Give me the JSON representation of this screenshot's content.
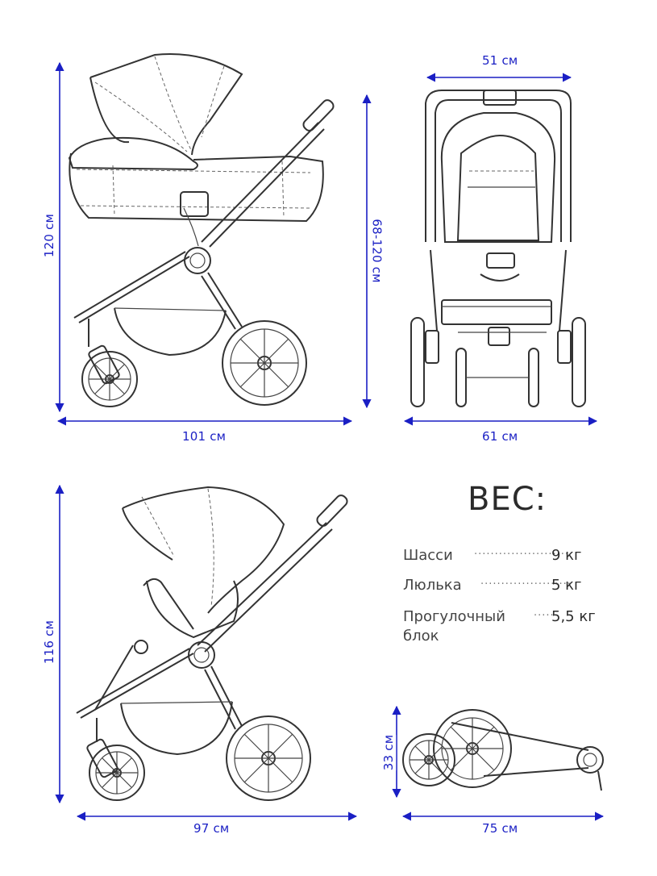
{
  "dimensions": {
    "height_with_bassinet": "120 см",
    "handle_height": "68-120 см",
    "length_with_bassinet": "101 см",
    "width_top": "51 см",
    "width_wheels": "61 см",
    "height_with_seat": "116 см",
    "length_with_seat": "97 см",
    "folded_height": "33 см",
    "folded_length": "75 см"
  },
  "weights": {
    "title": "ВЕС:",
    "items": [
      {
        "label": "Шасси",
        "value": "9 кг"
      },
      {
        "label": "Люлька",
        "value": "5 кг"
      },
      {
        "label": "Прогулочный",
        "label_line2": "блок",
        "value": "5,5 кг"
      }
    ]
  },
  "colors": {
    "dimension_lines": "#1a1fc4",
    "drawing_lines": "#333333"
  }
}
